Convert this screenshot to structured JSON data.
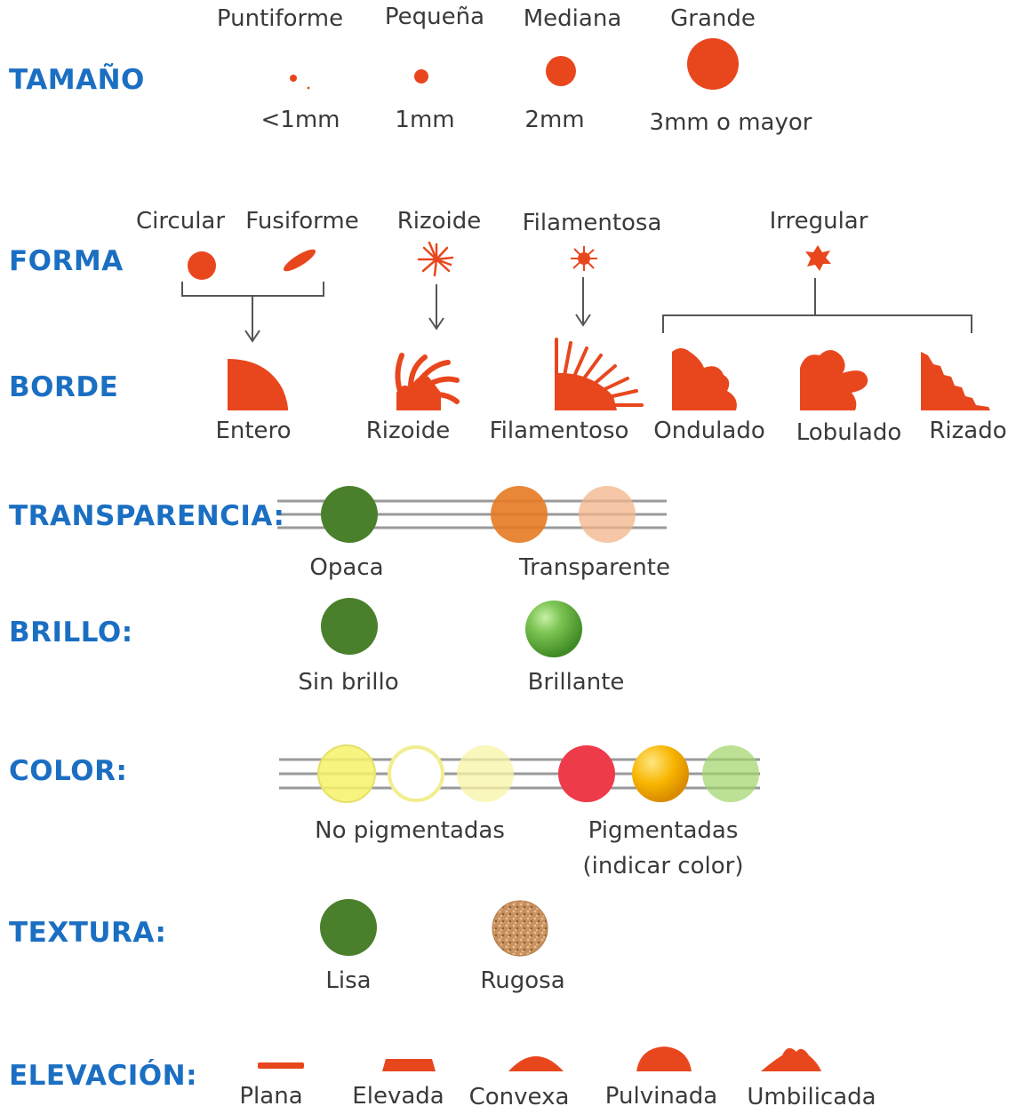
{
  "colors": {
    "heading": "#1b6fc2",
    "colony": "#e8471e",
    "green_dark": "#4a7f2c",
    "green_light": "#7cc453",
    "orange_opaque": "#e67a22",
    "orange_translucent": "#f2b48a",
    "stripe": "#9a9a9a"
  },
  "tamano": {
    "heading": "TAMAÑO",
    "top_labels": [
      "Puntiforme",
      "Pequeña",
      "Mediana",
      "Grande"
    ],
    "bottom_labels": [
      "<1mm",
      "1mm",
      "2mm",
      "3mm o mayor"
    ]
  },
  "forma": {
    "heading": "FORMA",
    "labels": [
      "Circular",
      "Fusiforme",
      "Rizoide",
      "Filamentosa",
      "Irregular"
    ]
  },
  "borde": {
    "heading": "BORDE",
    "labels": [
      "Entero",
      "Rizoide",
      "Filamentoso",
      "Ondulado",
      "Lobulado",
      "Rizado"
    ]
  },
  "transparencia": {
    "heading": "TRANSPARENCIA:",
    "labels": [
      "Opaca",
      "Transparente"
    ]
  },
  "brillo": {
    "heading": "BRILLO:",
    "labels": [
      "Sin brillo",
      "Brillante"
    ]
  },
  "color": {
    "heading": "COLOR:",
    "labels": [
      "No pigmentadas",
      "Pigmentadas",
      "(indicar color)"
    ]
  },
  "textura": {
    "heading": "TEXTURA:",
    "labels": [
      "Lisa",
      "Rugosa"
    ]
  },
  "elevacion": {
    "heading": "ELEVACIÓN:",
    "labels": [
      "Plana",
      "Elevada",
      "Convexa",
      "Pulvinada",
      "Umbilicada"
    ]
  }
}
